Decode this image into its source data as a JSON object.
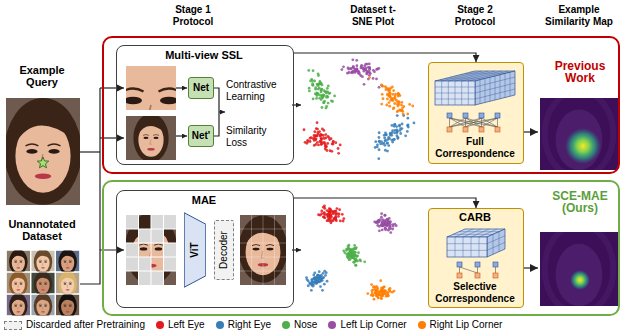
{
  "diagram": {
    "nodes": [
      {
        "text": [
          "Previous Work"
        ]
      },
      {
        "text": [
          "Multi-view SSL",
          "Contrastive Learning",
          "Similarity Loss"
        ],
        "in": 0
      },
      {
        "text": [
          "Net"
        ],
        "in": 1
      },
      {
        "text": [
          "Net'"
        ],
        "in": 1
      },
      {
        "text": [
          "Full Correspondence"
        ],
        "in": 0
      },
      {
        "text": [
          "SCE-MAE (Ours)"
        ]
      },
      {
        "text": [
          "MAE"
        ],
        "in": 5
      },
      {
        "text": [
          "ViT"
        ],
        "in": 6
      },
      {
        "text": [
          "Decoder"
        ],
        "in": 6
      },
      {
        "text": [
          "CARB",
          "Selective Correspondence"
        ],
        "in": 5
      }
    ],
    "edges": [
      {
        "from": 1,
        "to": 4,
        "arrow": "to"
      },
      {
        "from": 6,
        "to": 9,
        "arrow": "to"
      }
    ],
    "labels": [
      "Stage 1 Protocol",
      "Dataset t-SNE Plot",
      "Stage 2 Protocol",
      "Example Similarity Map",
      "Example Query",
      "Unannotated Dataset"
    ],
    "legend": [
      {
        "text": "Discarded after Pretraining"
      },
      {
        "text": "Left Eye",
        "color": "#e41a1c"
      },
      {
        "text": "Right Eye",
        "color": "#377eb8"
      },
      {
        "text": "Nose",
        "color": "#4daf4a"
      },
      {
        "text": "Left Lip Corner",
        "color": "#984ea3"
      },
      {
        "text": "Right Lip Corner",
        "color": "#ff7f00"
      }
    ]
  }
}
